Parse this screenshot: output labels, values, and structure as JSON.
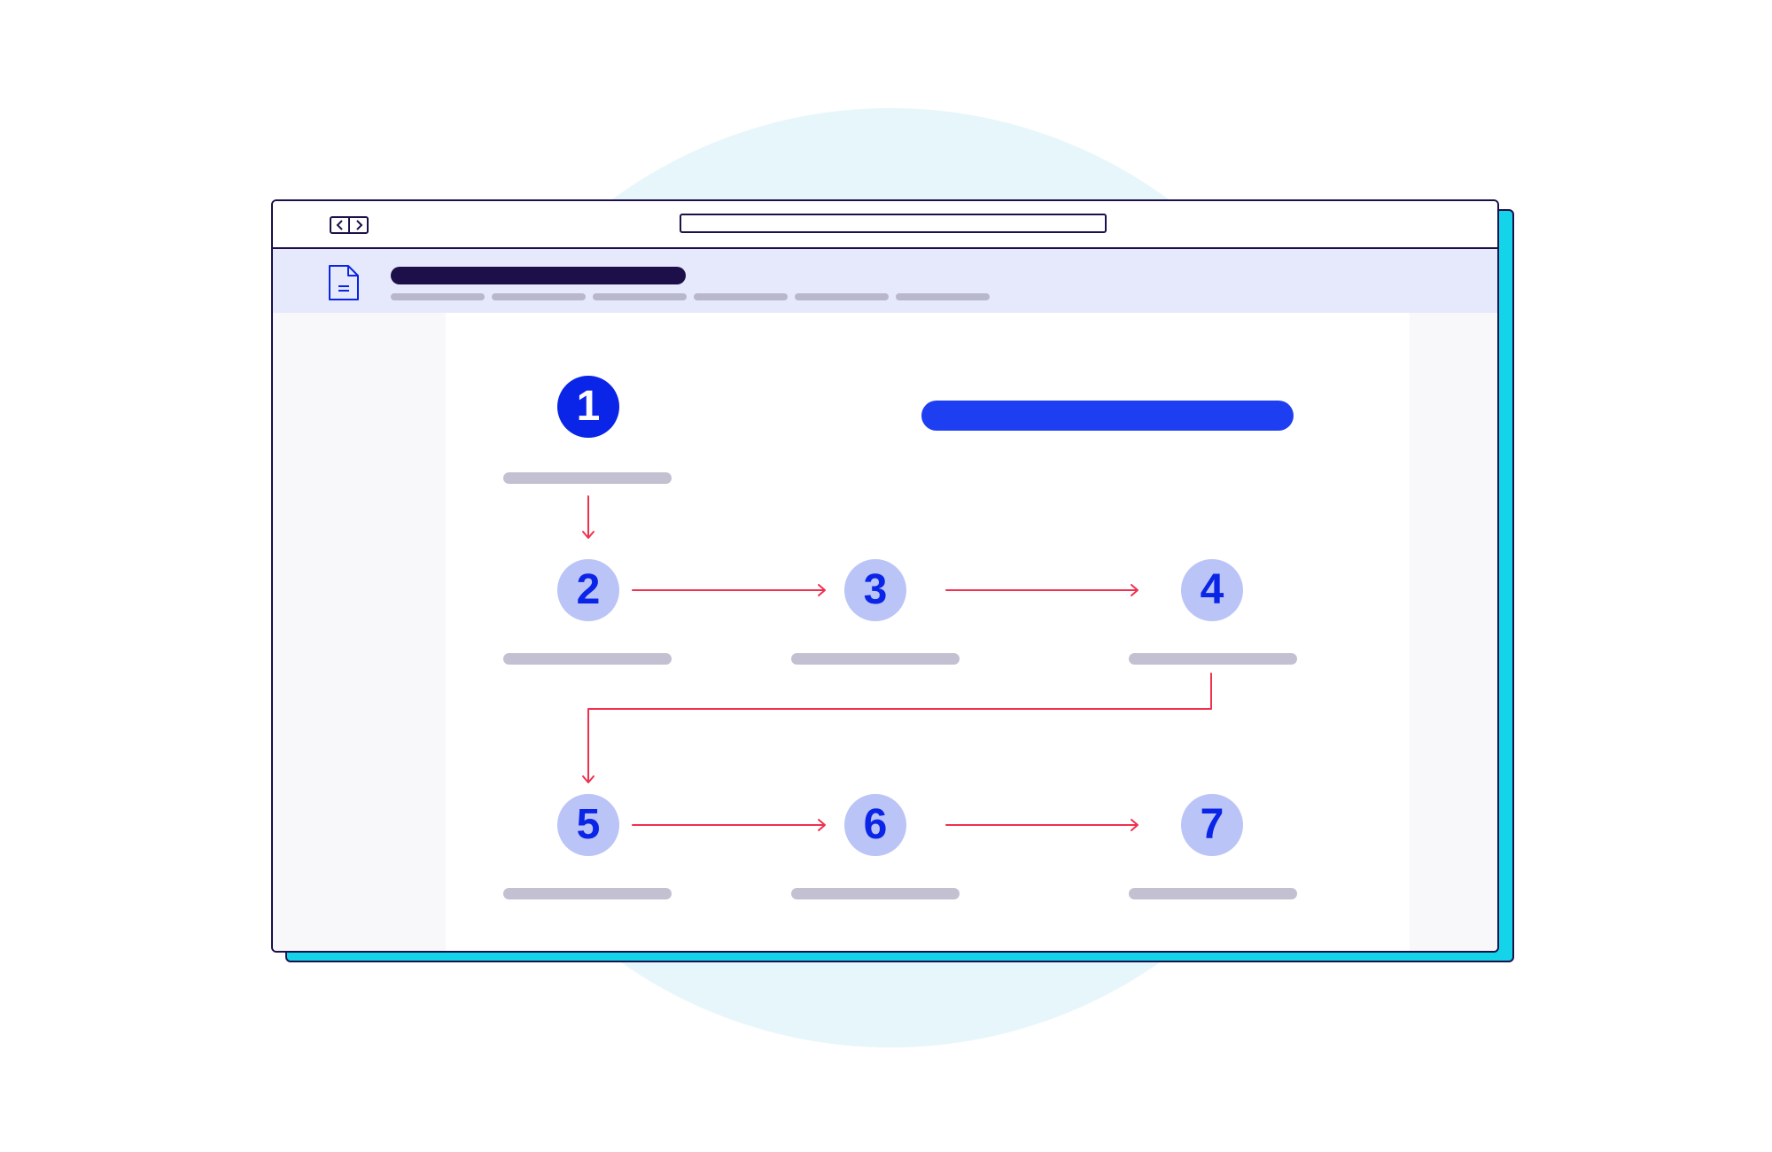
{
  "browser": {
    "address": "",
    "nav_back_icon": "chevron-left-icon",
    "nav_forward_icon": "chevron-right-icon"
  },
  "document": {
    "icon": "document-icon",
    "title": "",
    "breadcrumbs": [
      "",
      "",
      "",
      "",
      "",
      ""
    ]
  },
  "steps": [
    {
      "number": "1",
      "state": "active",
      "label": ""
    },
    {
      "number": "2",
      "state": "pending",
      "label": ""
    },
    {
      "number": "3",
      "state": "pending",
      "label": ""
    },
    {
      "number": "4",
      "state": "pending",
      "label": ""
    },
    {
      "number": "5",
      "state": "pending",
      "label": ""
    },
    {
      "number": "6",
      "state": "pending",
      "label": ""
    },
    {
      "number": "7",
      "state": "pending",
      "label": ""
    }
  ],
  "action_button": {
    "label": ""
  },
  "colors": {
    "accent": "#0a24e8",
    "pending_step": "#bac4f6",
    "arrow": "#f0304e",
    "window_border": "#1c0f4a",
    "shadow": "#14d4ea",
    "backdrop": "#e7f6fb"
  }
}
